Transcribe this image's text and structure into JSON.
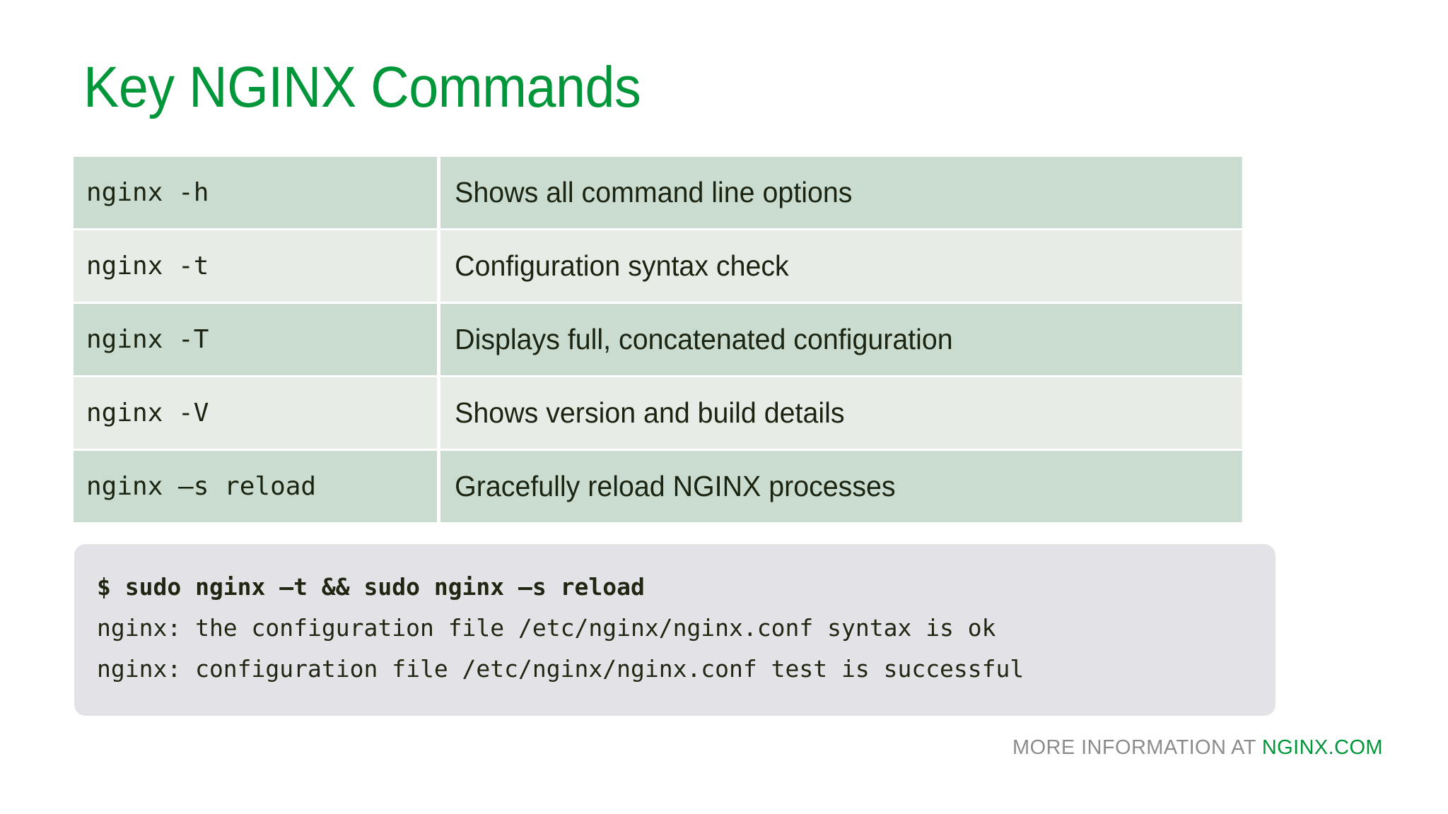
{
  "slide": {
    "title": "Key NGINX Commands",
    "background_color": "#ffffff",
    "brand_green": "#009639"
  },
  "table": {
    "row_color_dark": "#cadcd0",
    "row_color_light": "#e8ece6",
    "text_color": "#1b2410",
    "rows": [
      {
        "command": "nginx -h",
        "description": "Shows all command line options"
      },
      {
        "command": "nginx -t",
        "description": "Configuration syntax check"
      },
      {
        "command": "nginx -T",
        "description": "Displays full, concatenated configuration"
      },
      {
        "command": "nginx -V",
        "description": "Shows version and build details"
      },
      {
        "command": "nginx –s reload",
        "description": "Gracefully reload NGINX processes"
      }
    ]
  },
  "code_block": {
    "background_color": "#e3e3e7",
    "text_color": "#1f2713",
    "lines": [
      "$ sudo nginx –t && sudo nginx –s reload",
      "nginx: the configuration file /etc/nginx/nginx.conf syntax is ok",
      "nginx: configuration file /etc/nginx/nginx.conf test is successful"
    ]
  },
  "footer": {
    "lead": "MORE INFORMATION AT ",
    "link": "NGINX.COM",
    "lead_color": "#8c8c8c",
    "link_color": "#009639"
  }
}
